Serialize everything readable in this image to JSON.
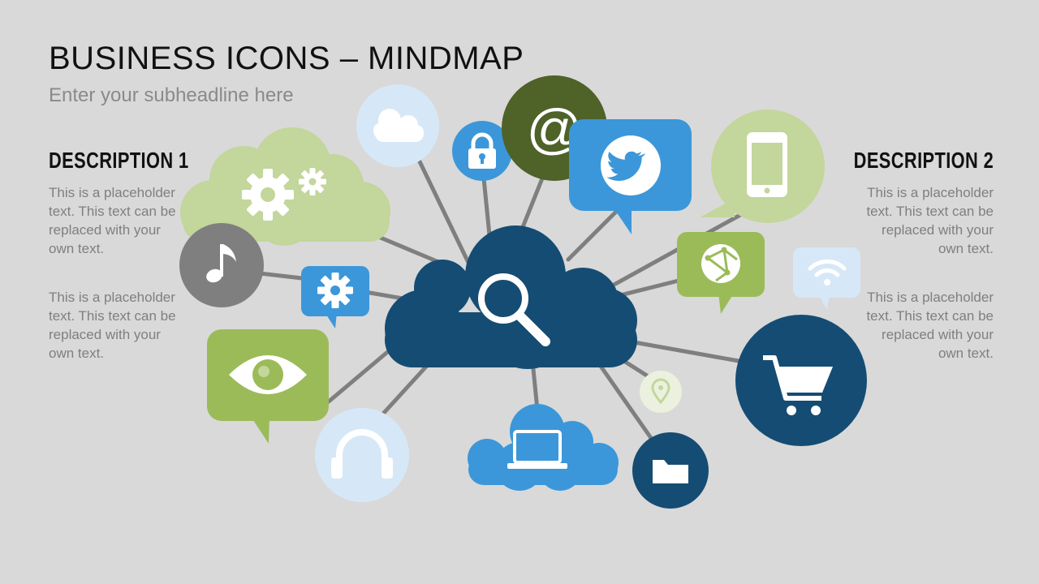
{
  "title": "BUSINESS ICONS – MINDMAP",
  "subtitle": "Enter your subheadline here",
  "description_1": {
    "heading": "DESCRIPTION 1",
    "paragraphs": [
      "This is a placeholder text. This text can be replaced with your own text.",
      "This is a placeholder text. This text can be replaced with your own text."
    ]
  },
  "description_2": {
    "heading": "DESCRIPTION 2",
    "paragraphs": [
      "This is a placeholder text. This text can be replaced with your own text.",
      "This is a placeholder text. This text can be replaced with your own text."
    ]
  },
  "icon_text": {
    "at_sign": "@"
  },
  "colors": {
    "background": "#d9d9d9",
    "navy": "#154c73",
    "blue": "#3b97d9",
    "light_blue": "#d6e8f7",
    "green": "#9bbb59",
    "light_green": "#c3d69b",
    "olive": "#4f6228",
    "gray": "#7f7f7f",
    "connector": "#7f7f7f"
  },
  "nodes": [
    "search-icon",
    "cloud-icon",
    "lock-icon",
    "at-sign-icon",
    "twitter-icon",
    "smartphone-icon",
    "gears-icon",
    "music-note-icon",
    "gear-icon",
    "eye-icon",
    "headphones-icon",
    "laptop-icon",
    "folder-icon",
    "map-pin-icon",
    "shopping-cart-icon",
    "globe-icon",
    "wifi-icon"
  ]
}
